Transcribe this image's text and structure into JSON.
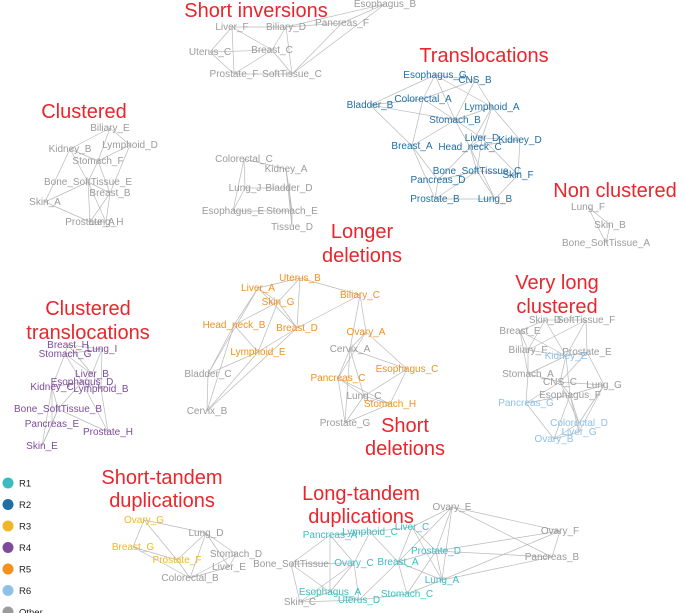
{
  "colors": {
    "R1": "#3cbcc0",
    "R2": "#1f6fa5",
    "R3": "#f0b629",
    "R4": "#7d4b9a",
    "R5": "#f3901e",
    "R6": "#8ec1e8",
    "Other": "#9b9b9b",
    "title": "#e8262c",
    "edge": "#b9b9b9"
  },
  "legend": [
    {
      "key": "R1",
      "label": "R1"
    },
    {
      "key": "R2",
      "label": "R2"
    },
    {
      "key": "R3",
      "label": "R3"
    },
    {
      "key": "R4",
      "label": "R4"
    },
    {
      "key": "R5",
      "label": "R5"
    },
    {
      "key": "R6",
      "label": "R6"
    },
    {
      "key": "Other",
      "label": "Other"
    }
  ],
  "clusters": [
    {
      "id": "short-inversions",
      "title_lines": [
        "Short inversions"
      ]
    },
    {
      "id": "translocations",
      "title_lines": [
        "Translocations"
      ]
    },
    {
      "id": "clustered",
      "title_lines": [
        "Clustered"
      ]
    },
    {
      "id": "non-clustered",
      "title_lines": [
        "Non clustered"
      ]
    },
    {
      "id": "longer-deletions",
      "title_lines": [
        "Longer",
        "deletions"
      ]
    },
    {
      "id": "very-long-clustered",
      "title_lines": [
        "Very long",
        "clustered"
      ]
    },
    {
      "id": "clustered-translocations",
      "title_lines": [
        "Clustered",
        "translocations"
      ]
    },
    {
      "id": "short-deletions",
      "title_lines": [
        "Short",
        "deletions"
      ]
    },
    {
      "id": "short-tandem-duplications",
      "title_lines": [
        "Short-tandem",
        "duplications"
      ]
    },
    {
      "id": "long-tandem-duplications",
      "title_lines": [
        "Long-tandem",
        "duplications"
      ]
    }
  ],
  "nodes": [
    {
      "label": "Esophagus_B",
      "group": "Other",
      "cluster": "short-inversions"
    },
    {
      "label": "Pancreas_F",
      "group": "Other",
      "cluster": "short-inversions"
    },
    {
      "label": "Liver_F",
      "group": "Other",
      "cluster": "short-inversions"
    },
    {
      "label": "Biliary_D",
      "group": "Other",
      "cluster": "short-inversions"
    },
    {
      "label": "Uterus_C",
      "group": "Other",
      "cluster": "short-inversions"
    },
    {
      "label": "Breast_C",
      "group": "Other",
      "cluster": "short-inversions"
    },
    {
      "label": "Prostate_F",
      "group": "Other",
      "cluster": "short-inversions"
    },
    {
      "label": "SoftTissue_C",
      "group": "Other",
      "cluster": "short-inversions"
    },
    {
      "label": "Esophagus_G",
      "group": "R2",
      "cluster": "translocations"
    },
    {
      "label": "CNS_B",
      "group": "R2",
      "cluster": "translocations"
    },
    {
      "label": "Colorectal_A",
      "group": "R2",
      "cluster": "translocations"
    },
    {
      "label": "Bladder_B",
      "group": "R2",
      "cluster": "translocations"
    },
    {
      "label": "Lymphoid_A",
      "group": "R2",
      "cluster": "translocations"
    },
    {
      "label": "Stomach_B",
      "group": "R2",
      "cluster": "translocations"
    },
    {
      "label": "Liver_D",
      "group": "R2",
      "cluster": "translocations"
    },
    {
      "label": "Kidney_D",
      "group": "R2",
      "cluster": "translocations"
    },
    {
      "label": "Breast_A",
      "group": "R2",
      "cluster": "translocations"
    },
    {
      "label": "Head_neck_C",
      "group": "R2",
      "cluster": "translocations"
    },
    {
      "label": "Bone_SoftTissue_C",
      "group": "R2",
      "cluster": "translocations"
    },
    {
      "label": "Skin_F",
      "group": "R2",
      "cluster": "translocations"
    },
    {
      "label": "Pancreas_D",
      "group": "R2",
      "cluster": "translocations"
    },
    {
      "label": "Prostate_B",
      "group": "R2",
      "cluster": "translocations"
    },
    {
      "label": "Lung_B",
      "group": "R2",
      "cluster": "translocations"
    },
    {
      "label": "Biliary_E",
      "group": "Other",
      "cluster": "clustered"
    },
    {
      "label": "Lymphoid_D",
      "group": "Other",
      "cluster": "clustered"
    },
    {
      "label": "Kidney_B",
      "group": "Other",
      "cluster": "clustered"
    },
    {
      "label": "Stomach_F",
      "group": "Other",
      "cluster": "clustered"
    },
    {
      "label": "Bone_SoftTissue_E",
      "group": "Other",
      "cluster": "clustered"
    },
    {
      "label": "Breast_B",
      "group": "Other",
      "cluster": "clustered"
    },
    {
      "label": "Skin_A",
      "group": "Other",
      "cluster": "clustered"
    },
    {
      "label": "Prostate_A",
      "group": "Other",
      "cluster": "clustered"
    },
    {
      "label": "Lung_H",
      "group": "Other",
      "cluster": "clustered"
    },
    {
      "label": "Lung_F",
      "group": "Other",
      "cluster": "non-clustered"
    },
    {
      "label": "Skin_B",
      "group": "Other",
      "cluster": "non-clustered"
    },
    {
      "label": "Bone_SoftTissue_A",
      "group": "Other",
      "cluster": "non-clustered"
    },
    {
      "label": "Colorectal_C",
      "group": "Other",
      "cluster": "longer-deletions"
    },
    {
      "label": "Kidney_A",
      "group": "Other",
      "cluster": "longer-deletions"
    },
    {
      "label": "Lung_J",
      "group": "Other",
      "cluster": "longer-deletions"
    },
    {
      "label": "Bladder_D",
      "group": "Other",
      "cluster": "longer-deletions"
    },
    {
      "label": "Stomach_E",
      "group": "Other",
      "cluster": "longer-deletions"
    },
    {
      "label": "Esophagus_E",
      "group": "Other",
      "cluster": "longer-deletions"
    },
    {
      "label": "Tissue_D",
      "group": "Other",
      "cluster": "longer-deletions"
    },
    {
      "label": "Uterus_B",
      "group": "R5",
      "cluster": "short-deletions"
    },
    {
      "label": "Liver_A",
      "group": "R5",
      "cluster": "short-deletions"
    },
    {
      "label": "Biliary_C",
      "group": "R5",
      "cluster": "short-deletions"
    },
    {
      "label": "Skin_G",
      "group": "R5",
      "cluster": "short-deletions"
    },
    {
      "label": "Head_neck_B",
      "group": "R5",
      "cluster": "short-deletions"
    },
    {
      "label": "Breast_D",
      "group": "R5",
      "cluster": "short-deletions"
    },
    {
      "label": "Ovary_A",
      "group": "R5",
      "cluster": "short-deletions"
    },
    {
      "label": "Lymphoid_E",
      "group": "R5",
      "cluster": "short-deletions"
    },
    {
      "label": "Cervix_A",
      "group": "Other",
      "cluster": "short-deletions"
    },
    {
      "label": "Esophagus_C",
      "group": "R5",
      "cluster": "short-deletions"
    },
    {
      "label": "Pancreas_C",
      "group": "R5",
      "cluster": "short-deletions"
    },
    {
      "label": "Bladder_C",
      "group": "Other",
      "cluster": "short-deletions"
    },
    {
      "label": "Lung_C",
      "group": "Other",
      "cluster": "short-deletions"
    },
    {
      "label": "Stomach_H",
      "group": "R5",
      "cluster": "short-deletions"
    },
    {
      "label": "Cervix_B",
      "group": "Other",
      "cluster": "short-deletions"
    },
    {
      "label": "Prostate_G",
      "group": "Other",
      "cluster": "short-deletions"
    },
    {
      "label": "Breast_E",
      "group": "Other",
      "cluster": "very-long-clustered"
    },
    {
      "label": "Skin_D",
      "group": "Other",
      "cluster": "very-long-clustered"
    },
    {
      "label": "SoftTissue_F",
      "group": "Other",
      "cluster": "very-long-clustered"
    },
    {
      "label": "Biliary_F",
      "group": "Other",
      "cluster": "very-long-clustered"
    },
    {
      "label": "Kidney_E",
      "group": "R6",
      "cluster": "very-long-clustered"
    },
    {
      "label": "Prostate_E",
      "group": "Other",
      "cluster": "very-long-clustered"
    },
    {
      "label": "Stomach_A",
      "group": "Other",
      "cluster": "very-long-clustered"
    },
    {
      "label": "CNS_C",
      "group": "Other",
      "cluster": "very-long-clustered"
    },
    {
      "label": "Lung_G",
      "group": "Other",
      "cluster": "very-long-clustered"
    },
    {
      "label": "Esophagus_F",
      "group": "Other",
      "cluster": "very-long-clustered"
    },
    {
      "label": "Pancreas_G",
      "group": "R6",
      "cluster": "very-long-clustered"
    },
    {
      "label": "Colorectal_D",
      "group": "R6",
      "cluster": "very-long-clustered"
    },
    {
      "label": "Liver_G",
      "group": "R6",
      "cluster": "very-long-clustered"
    },
    {
      "label": "Ovary_B",
      "group": "R6",
      "cluster": "very-long-clustered"
    },
    {
      "label": "Breast_H",
      "group": "R4",
      "cluster": "clustered-translocations"
    },
    {
      "label": "Stomach_G",
      "group": "R4",
      "cluster": "clustered-translocations"
    },
    {
      "label": "Lung_I",
      "group": "R4",
      "cluster": "clustered-translocations"
    },
    {
      "label": "Esophagus_D",
      "group": "R4",
      "cluster": "clustered-translocations"
    },
    {
      "label": "Liver_B",
      "group": "R4",
      "cluster": "clustered-translocations"
    },
    {
      "label": "Kidney_C",
      "group": "R4",
      "cluster": "clustered-translocations"
    },
    {
      "label": "Lymphoid_B",
      "group": "R4",
      "cluster": "clustered-translocations"
    },
    {
      "label": "Bone_SoftTissue_B",
      "group": "R4",
      "cluster": "clustered-translocations"
    },
    {
      "label": "Pancreas_E",
      "group": "R4",
      "cluster": "clustered-translocations"
    },
    {
      "label": "Prostate_H",
      "group": "R4",
      "cluster": "clustered-translocations"
    },
    {
      "label": "Skin_E",
      "group": "R4",
      "cluster": "clustered-translocations"
    },
    {
      "label": "Ovary_G",
      "group": "R3",
      "cluster": "short-tandem-duplications"
    },
    {
      "label": "Lung_D",
      "group": "Other",
      "cluster": "short-tandem-duplications"
    },
    {
      "label": "Breast_G",
      "group": "R3",
      "cluster": "short-tandem-duplications"
    },
    {
      "label": "Prostate_F",
      "group": "R3",
      "cluster": "short-tandem-duplications"
    },
    {
      "label": "Liver_E",
      "group": "Other",
      "cluster": "short-tandem-duplications"
    },
    {
      "label": "Stomach_D",
      "group": "Other",
      "cluster": "short-tandem-duplications"
    },
    {
      "label": "Colorectal_B",
      "group": "Other",
      "cluster": "short-tandem-duplications"
    },
    {
      "label": "Ovary_E",
      "group": "Other",
      "cluster": "long-tandem-duplications"
    },
    {
      "label": "Pancreas_A",
      "group": "R1",
      "cluster": "long-tandem-duplications"
    },
    {
      "label": "Lymphoid_C",
      "group": "R1",
      "cluster": "long-tandem-duplications"
    },
    {
      "label": "Liver_C",
      "group": "R1",
      "cluster": "long-tandem-duplications"
    },
    {
      "label": "Prostate_D",
      "group": "R1",
      "cluster": "long-tandem-duplications"
    },
    {
      "label": "Bone_SoftTissue",
      "group": "Other",
      "cluster": "long-tandem-duplications"
    },
    {
      "label": "Ovary_C",
      "group": "R1",
      "cluster": "long-tandem-duplications"
    },
    {
      "label": "Breast_A",
      "group": "R1",
      "cluster": "long-tandem-duplications"
    },
    {
      "label": "Lung_A",
      "group": "R1",
      "cluster": "long-tandem-duplications"
    },
    {
      "label": "Esophagus_A",
      "group": "R1",
      "cluster": "long-tandem-duplications"
    },
    {
      "label": "Uterus_D",
      "group": "R1",
      "cluster": "long-tandem-duplications"
    },
    {
      "label": "Stomach_C",
      "group": "R1",
      "cluster": "long-tandem-duplications"
    },
    {
      "label": "Skin_C",
      "group": "Other",
      "cluster": "long-tandem-duplications"
    },
    {
      "label": "Ovary_F",
      "group": "Other",
      "cluster": "long-tandem-duplications"
    },
    {
      "label": "Pancreas_B",
      "group": "Other",
      "cluster": "long-tandem-duplications"
    }
  ]
}
